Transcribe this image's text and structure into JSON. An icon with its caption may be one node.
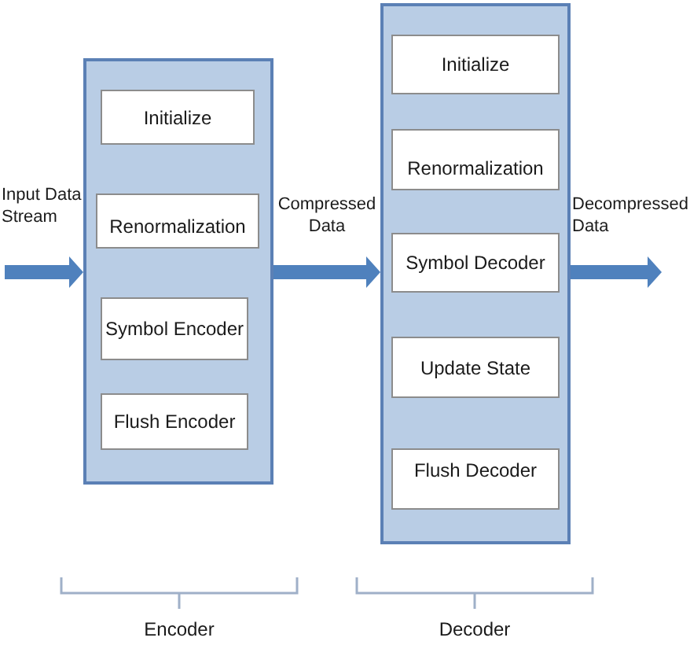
{
  "diagram": {
    "nodes": [
      {
        "text": [],
        "shape": "box"
      },
      {
        "text": [
          "Initialize"
        ],
        "in": 0
      },
      {
        "text": [
          "Renormalization"
        ],
        "in": 0
      },
      {
        "text": [
          "Symbol Encoder"
        ],
        "in": 0
      },
      {
        "text": [
          "Flush Encoder"
        ],
        "in": 0
      },
      {
        "text": [],
        "shape": "box"
      },
      {
        "text": [
          "Initialize"
        ],
        "in": 5
      },
      {
        "text": [
          "Renormalization"
        ],
        "in": 5
      },
      {
        "text": [
          "Symbol Decoder"
        ],
        "in": 5
      },
      {
        "text": [
          "Update State"
        ],
        "in": 5
      },
      {
        "text": [
          "Flush Decoder"
        ],
        "in": 5
      }
    ],
    "edges": [
      {
        "from": null,
        "to": 0,
        "arrow": "to",
        "label": "Input Data Stream"
      },
      {
        "from": 0,
        "to": 5,
        "arrow": "to",
        "label": "Compressed Data"
      },
      {
        "from": 5,
        "to": null,
        "arrow": "to",
        "label": "Decompressed Data"
      }
    ],
    "labels": [
      "Encoder",
      "Decoder"
    ]
  }
}
